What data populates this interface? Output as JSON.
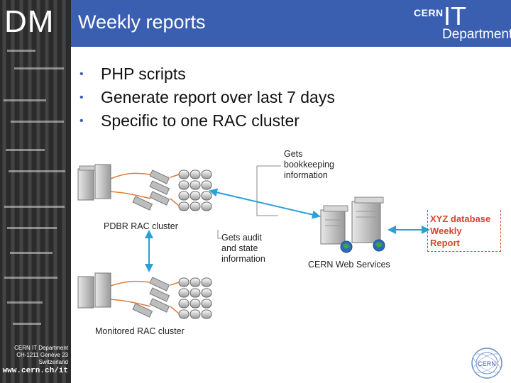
{
  "logo": "DM",
  "title": "Weekly reports",
  "cern_logo": {
    "cern": "CERN",
    "it": "IT",
    "department": "Department"
  },
  "bullets": [
    "PHP scripts",
    "Generate report over last 7 days",
    "Specific to one RAC cluster"
  ],
  "diagram": {
    "gets_bookkeeping": [
      "Gets",
      "bookkeeping",
      "information"
    ],
    "pdbr_cluster": "PDBR RAC cluster",
    "gets_audit": [
      "Gets audit",
      "and state",
      "information"
    ],
    "web_services": "CERN Web Services",
    "report": [
      "XYZ database",
      "Weekly",
      "Report"
    ],
    "monitored_cluster": "Monitored RAC cluster"
  },
  "footer": {
    "address": [
      "CERN IT Department",
      "CH-1211 Genève 23",
      "Switzerland"
    ],
    "url": "www.cern.ch/it"
  },
  "colors": {
    "header": "#3b5fb0",
    "arrow": "#2aa0d8",
    "report": "#d9442a",
    "sidebar": "#2a2a2a"
  },
  "icons": [
    "database-server-icon",
    "storage-disk-icon",
    "web-server-icon",
    "globe-icon",
    "cern-seal-icon"
  ]
}
